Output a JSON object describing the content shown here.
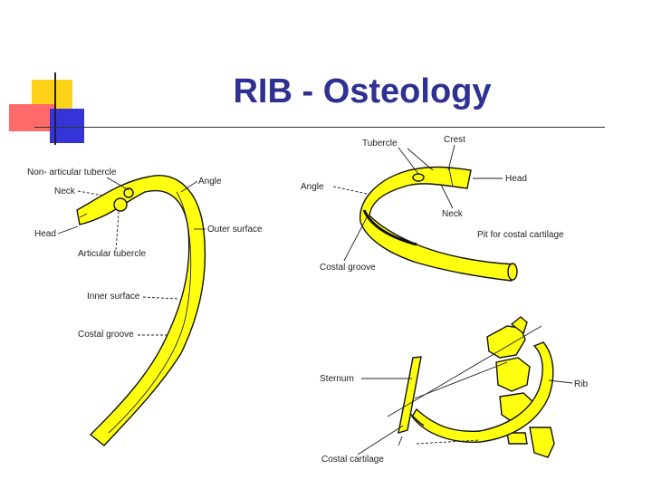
{
  "slide": {
    "title": "RIB - Osteology",
    "colors": {
      "title": "#2e3192",
      "bone": "#ffff10",
      "accent_yellow": "#ffd21a",
      "accent_blue": "#2f2fd0",
      "accent_red": "#ff4a4a"
    }
  },
  "figure_left": {
    "labels": {
      "non_articular_tubercle": "Non- articular tubercle",
      "neck": "Neck",
      "head": "Head",
      "articular_tubercle": "Articular tubercle",
      "angle": "Angle",
      "outer_surface": "Outer surface",
      "inner_surface": "Inner surface",
      "costal_groove": "Costal groove"
    }
  },
  "figure_right_top": {
    "labels": {
      "tubercle": "Tubercle",
      "crest": "Crest",
      "angle": "Angle",
      "head": "Head",
      "neck": "Neck",
      "pit": "Pit for costal cartilage",
      "costal_groove": "Costal groove"
    }
  },
  "figure_right_bottom": {
    "labels": {
      "sternum": "Sternum",
      "rib": "Rib",
      "costal_cartilage": "Costal cartilage"
    }
  }
}
